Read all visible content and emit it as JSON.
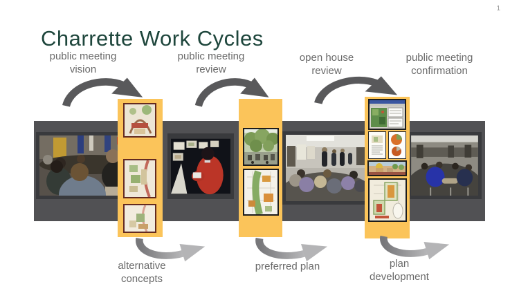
{
  "slide": {
    "page_number": "1",
    "title": "Charrette Work Cycles"
  },
  "top_labels": [
    {
      "line1": "public meeting",
      "line2": "vision"
    },
    {
      "line1": "public meeting",
      "line2": "review"
    },
    {
      "line1": "open house",
      "line2": "review"
    },
    {
      "line1": "public meeting",
      "line2": "confirmation"
    }
  ],
  "bottom_labels": [
    {
      "line1": "alternative",
      "line2": "concepts"
    },
    {
      "line1": "preferred plan",
      "line2": ""
    },
    {
      "line1": "plan",
      "line2": "development"
    }
  ],
  "filmstrip": {
    "photos": [
      {
        "name": "workshop-table-discussion-photo"
      },
      {
        "name": "pinup-review-red-jacket-photo"
      },
      {
        "name": "open-house-audience-photo"
      },
      {
        "name": "public-meeting-audience-photo"
      }
    ],
    "strips": [
      {
        "name": "vision-concept-strip",
        "thumbnails": [
          "concept-sketch-1",
          "concept-sketch-2",
          "concept-sketch-3"
        ]
      },
      {
        "name": "preferred-plan-strip",
        "thumbnails": [
          "streetscape-rendering",
          "land-use-plan"
        ]
      },
      {
        "name": "plan-development-strip",
        "thumbnails": [
          "gis-software-screenshot",
          "report-page",
          "pie-charts",
          "village-rendering",
          "illustrative-plan"
        ]
      }
    ]
  },
  "colors": {
    "title": "#1E463C",
    "labels": "#6A6A6A",
    "band": "#515154",
    "photo_frame": "#393A3D",
    "strip_yellow": "#FBC45A",
    "arrow_top": "#59595B",
    "arrow_bottom_start": "#77777A",
    "arrow_bottom_end": "#B8B8BA",
    "page_number": "#919191",
    "background": "#FFFFFF"
  }
}
